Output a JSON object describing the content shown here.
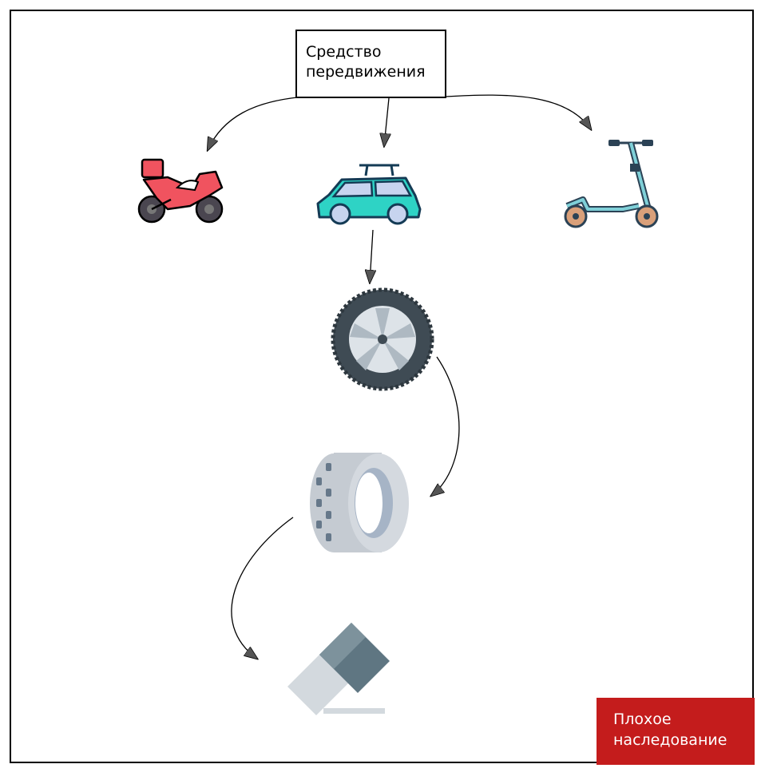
{
  "root_node": {
    "label_line1": "Средство",
    "label_line2": "передвижения"
  },
  "nodes": [
    {
      "id": "motorcycle",
      "icon": "motorcycle-icon"
    },
    {
      "id": "car",
      "icon": "car-icon"
    },
    {
      "id": "scooter",
      "icon": "scooter-icon"
    },
    {
      "id": "wheel",
      "icon": "wheel-icon"
    },
    {
      "id": "tire",
      "icon": "tire-icon"
    },
    {
      "id": "eraser",
      "icon": "eraser-icon"
    }
  ],
  "edges": [
    {
      "from": "root",
      "to": "motorcycle"
    },
    {
      "from": "root",
      "to": "car"
    },
    {
      "from": "root",
      "to": "scooter"
    },
    {
      "from": "car",
      "to": "wheel"
    },
    {
      "from": "wheel",
      "to": "tire"
    },
    {
      "from": "tire",
      "to": "eraser"
    }
  ],
  "badge": {
    "line1": "Плохое",
    "line2": "наследование"
  },
  "colors": {
    "badge": "#c41c1c",
    "motorcycle": "#f0535f",
    "car": "#2ed3c5",
    "scooter": "#7fd0d8",
    "wheel": "#3f4b54",
    "tire": "#c5cbd2",
    "eraser": "#5f7682"
  }
}
